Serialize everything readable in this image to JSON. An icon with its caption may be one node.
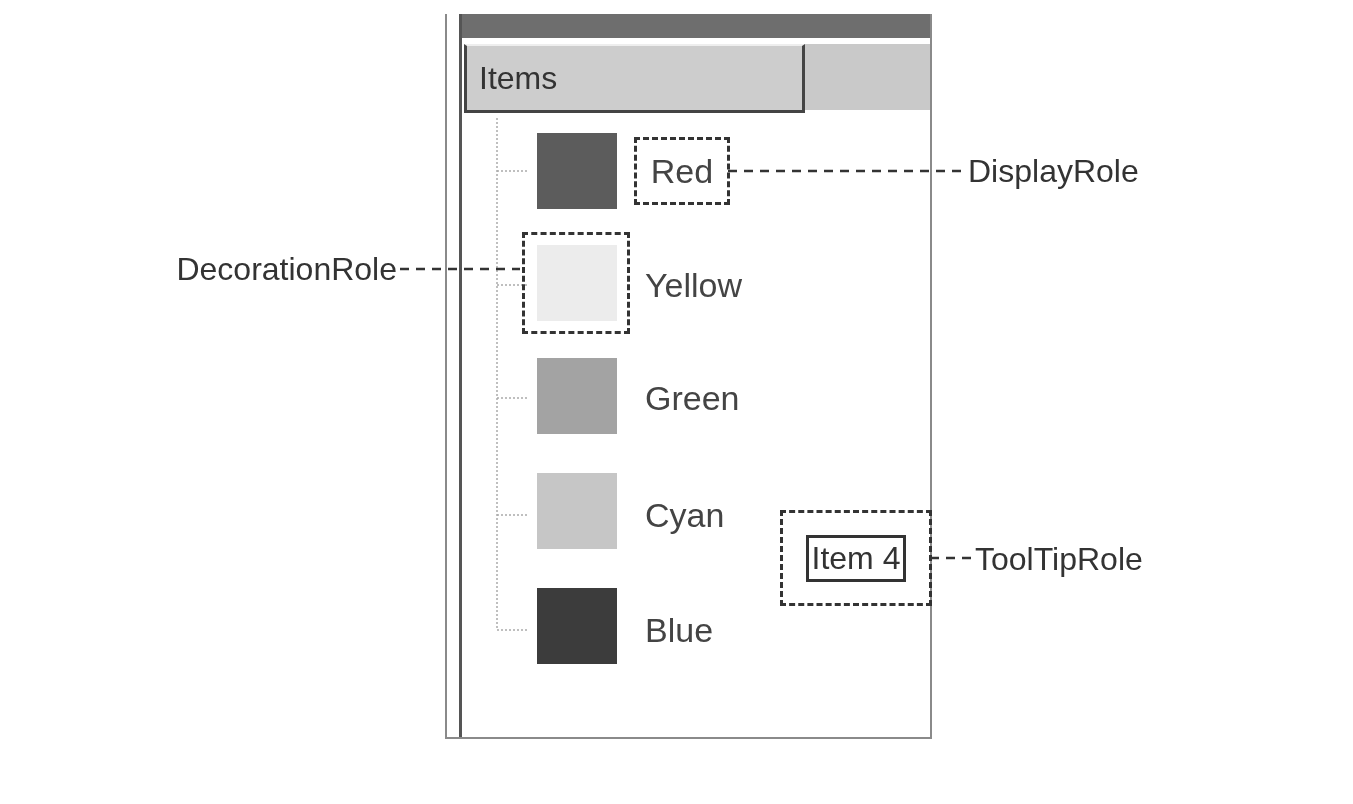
{
  "diagram": {
    "nodes": [
      {
        "text": [
          "Items"
        ]
      },
      {
        "text": [
          "Red"
        ],
        "in": 0
      },
      {
        "text": [
          "DisplayRole"
        ]
      },
      {
        "text": [
          "DecorationRole"
        ]
      },
      {
        "text": [],
        "shape": "box",
        "in": 0
      },
      {
        "text": [
          "Item 4"
        ],
        "in": 0
      },
      {
        "text": [
          "ToolTipRole"
        ]
      }
    ],
    "edges": [
      {
        "from": 1,
        "to": 2,
        "arrow": "none",
        "style": "dashed"
      },
      {
        "from": 3,
        "to": 4,
        "arrow": "none",
        "style": "dashed"
      },
      {
        "from": 5,
        "to": 6,
        "arrow": "none",
        "style": "dashed"
      }
    ],
    "labels": [
      "Yellow",
      "Green",
      "Cyan",
      "Blue"
    ]
  }
}
